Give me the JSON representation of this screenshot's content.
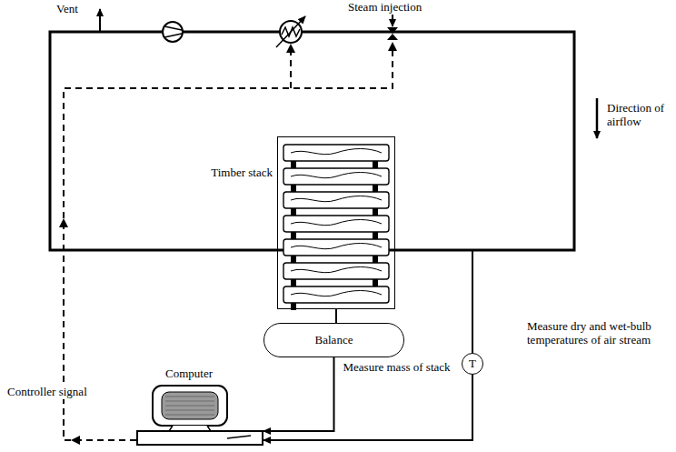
{
  "diagram": {
    "nodes": [
      {
        "text": [
          "Timber stack"
        ]
      },
      {
        "text": [
          "Balance"
        ]
      },
      {
        "text": [
          "T"
        ]
      },
      {
        "text": [
          "Computer"
        ]
      }
    ],
    "edges": [
      {
        "from": 0,
        "to": 1,
        "arrow": "none"
      },
      {
        "from": 1,
        "to": 3,
        "label": "Measure mass of stack",
        "arrow": "to"
      },
      {
        "from": 2,
        "to": 3,
        "arrow": "to"
      }
    ],
    "labels": [
      "Vent",
      "Steam injection",
      "Direction of airflow",
      "Measure dry and wet-bulb temperatures of air stream",
      "Controller signal"
    ]
  }
}
